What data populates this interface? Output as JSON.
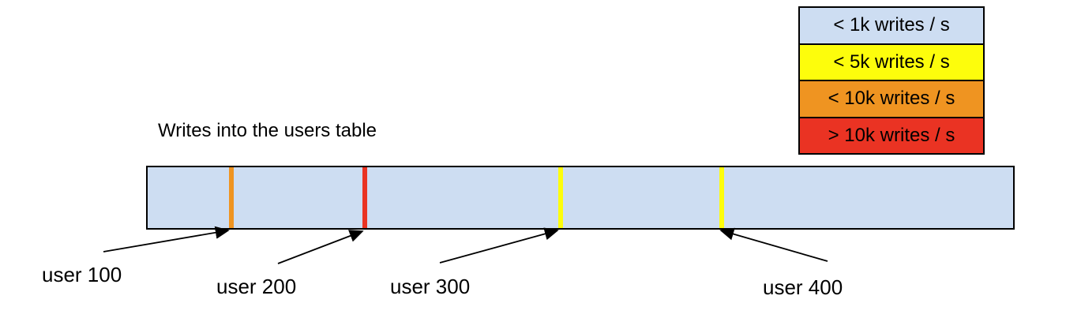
{
  "title": "Writes into the users table",
  "colors": {
    "background": "#ffffff",
    "bar_fill": "#cdddf2",
    "outline": "#000000",
    "light_blue": "#cdddf2",
    "yellow": "#fdfd0c",
    "orange": "#ef9421",
    "red": "#ea3323"
  },
  "legend": {
    "items": [
      {
        "label": "< 1k writes / s",
        "color": "#cdddf2"
      },
      {
        "label": "< 5k writes / s",
        "color": "#fdfd0c"
      },
      {
        "label": "< 10k writes / s",
        "color": "#ef9421"
      },
      {
        "label": "> 10k writes / s",
        "color": "#ea3323"
      }
    ]
  },
  "bar": {
    "markers": [
      {
        "user": "user 100",
        "color": "#ef9421",
        "left_pct": 9.4
      },
      {
        "user": "user 200",
        "color": "#ea3323",
        "left_pct": 24.8
      },
      {
        "user": "user 300",
        "color": "#fdfd0c",
        "left_pct": 47.4
      },
      {
        "user": "user 400",
        "color": "#fdfd0c",
        "left_pct": 66.1
      }
    ]
  },
  "labels": {
    "user_100": "user 100",
    "user_200": "user 200",
    "user_300": "user 300",
    "user_400": "user 400"
  }
}
